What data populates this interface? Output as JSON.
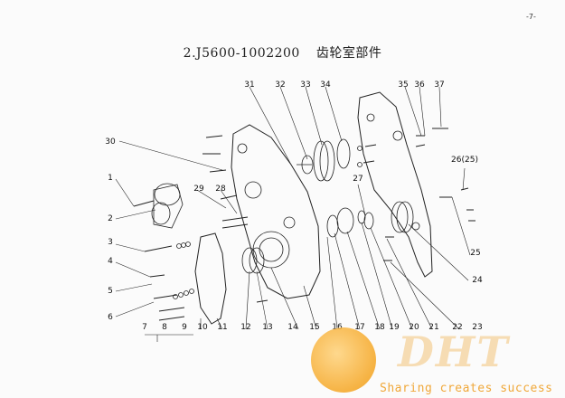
{
  "page_number": "-7-",
  "title": {
    "code": "2.J5600-1002200",
    "name": "齿轮室部件"
  },
  "callouts": [
    "1",
    "2",
    "3",
    "4",
    "5",
    "6",
    "7",
    "8",
    "9",
    "10",
    "11",
    "12",
    "13",
    "14",
    "15",
    "16",
    "17",
    "18",
    "19",
    "20",
    "21",
    "22",
    "23",
    "24",
    "25",
    "26(25)",
    "27",
    "28",
    "29",
    "30",
    "31",
    "32",
    "33",
    "34",
    "35",
    "36",
    "37"
  ],
  "watermark": {
    "letters": "DHT",
    "slogan": "Sharing creates success",
    "color": "#f5a623"
  }
}
